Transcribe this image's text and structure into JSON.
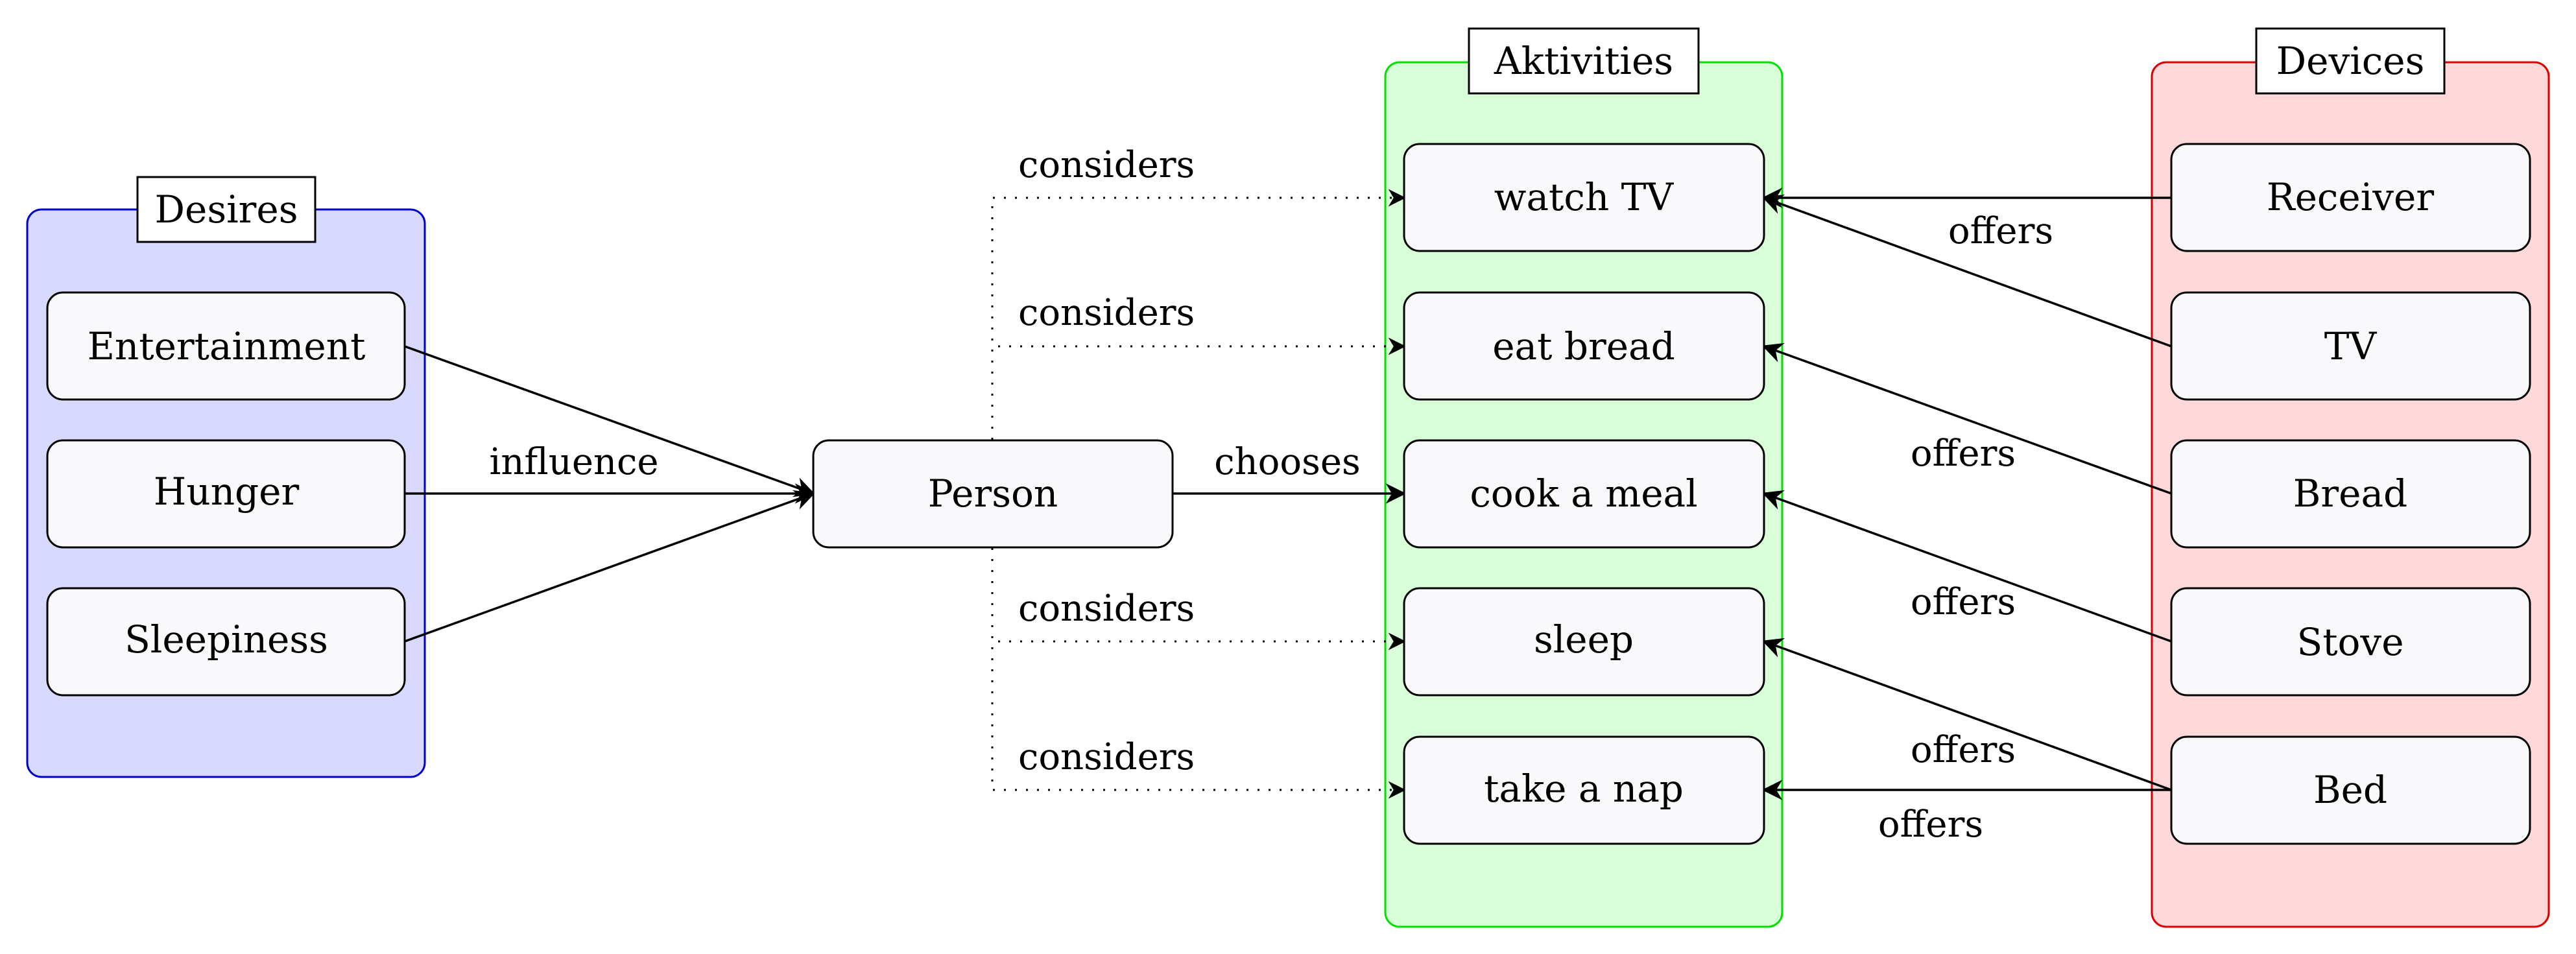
{
  "colors": {
    "desires_fill": "#d9d9ff",
    "desires_stroke": "#0000cc",
    "activities_fill": "#d9ffd9",
    "activities_stroke": "#00e000",
    "devices_fill": "#ffd9d9",
    "devices_stroke": "#dd0000",
    "node_fill": "#f9f9fc",
    "node_stroke": "#000000"
  },
  "groups": {
    "desires": {
      "title": "Desires",
      "items": [
        "Entertainment",
        "Hunger",
        "Sleepiness"
      ]
    },
    "activities": {
      "title": "Aktivities",
      "items": [
        "watch TV",
        "eat bread",
        "cook a meal",
        "sleep",
        "take a nap"
      ]
    },
    "devices": {
      "title": "Devices",
      "items": [
        "Receiver",
        "TV",
        "Bread",
        "Stove",
        "Bed"
      ]
    }
  },
  "person": {
    "label": "Person"
  },
  "edges": {
    "influence": "influence",
    "chooses": "chooses",
    "considers": [
      "considers",
      "considers",
      "considers",
      "considers"
    ],
    "offers": [
      "offers",
      "offers",
      "offers",
      "offers",
      "offers"
    ]
  }
}
